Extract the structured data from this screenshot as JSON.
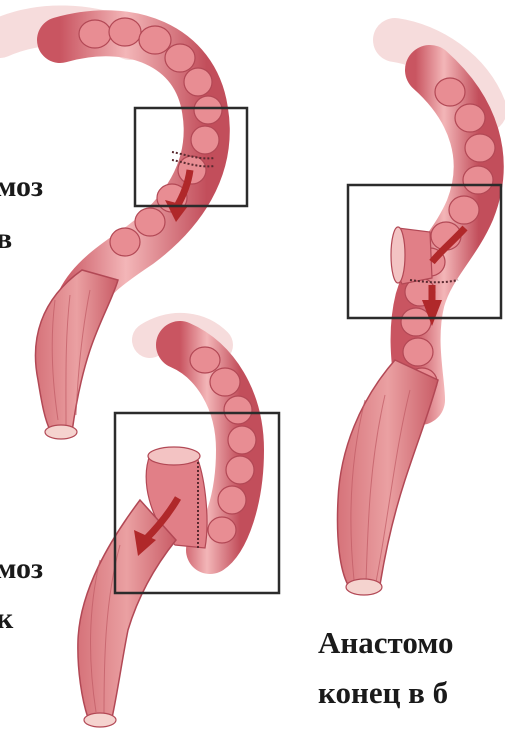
{
  "labels": {
    "top_left_line1": "моз",
    "top_left_line2": "в",
    "bottom_left_line1": "моз",
    "bottom_left_line2": "к",
    "right_line1": "Анастомо",
    "right_line2": "конец в б"
  },
  "colors": {
    "tissue": "#d9707a",
    "tissue_light": "#f0b3b3",
    "tissue_dark": "#b04552",
    "arrow": "#b0282a",
    "box": "#2b2b2b"
  },
  "icons": [
    "arrow-down-icon",
    "arrow-down-icon",
    "arrow-down-icon"
  ]
}
